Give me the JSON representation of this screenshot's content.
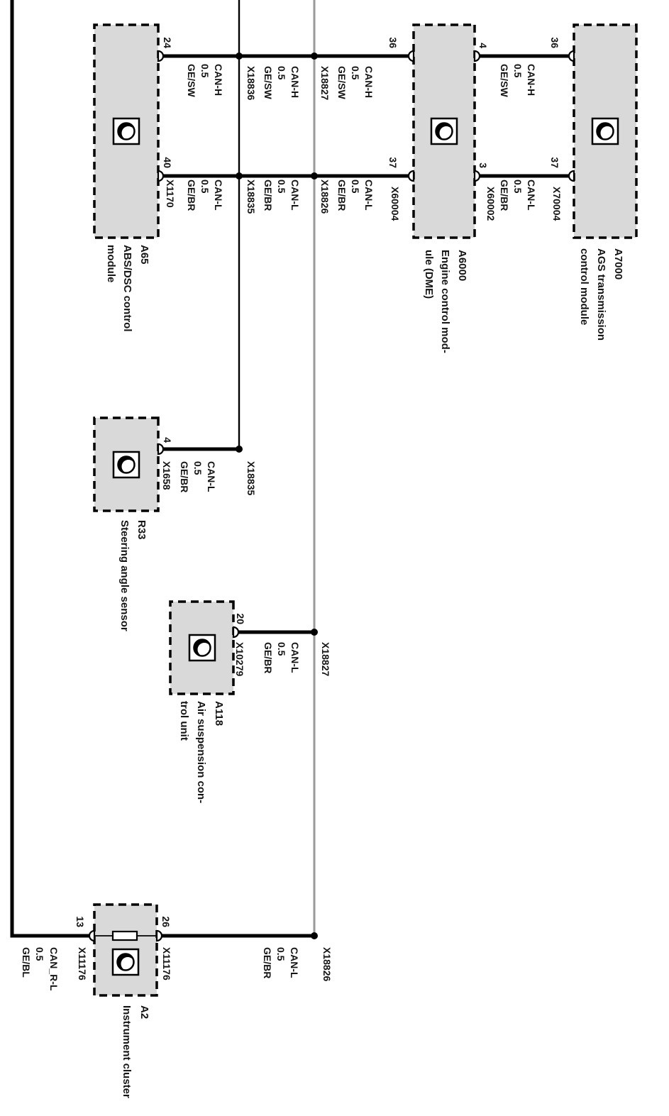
{
  "colors": {
    "box_fill": "#d9d9d9",
    "wire_black": "#000000",
    "bus_gray": "#9a9a9a",
    "text": "#141414"
  },
  "modules": {
    "ags": {
      "code": "A7000",
      "name1": "AGS transmission",
      "name2": "control module"
    },
    "dme": {
      "code": "A6000",
      "name1": "Engine control mod-",
      "name2": "ule (DME)"
    },
    "abs": {
      "code": "A65",
      "name1": "ABS/DSC control",
      "name2": "module"
    },
    "steering": {
      "code": "R33",
      "name1": "Steering angle sensor"
    },
    "air": {
      "code": "A118",
      "name1": "Air suspension con-",
      "name2": "trol unit"
    },
    "cluster": {
      "code": "A2",
      "name1": "Instrument cluster"
    }
  },
  "pins": {
    "abs_canh": "24",
    "abs_canl": "40",
    "dme_lower_canh": "36",
    "dme_lower_canl": "37",
    "dme_upper_canh": "4",
    "dme_upper_canl": "3",
    "ags_canh": "36",
    "ags_canl": "37",
    "steering": "4",
    "air": "20",
    "cluster_canl": "26",
    "cluster_canr": "13"
  },
  "connectors": {
    "abs": "X1170",
    "dme_lower": "X60004",
    "dme_upper": "X60002",
    "ags": "X70004",
    "steering": "X1658",
    "air": "X10279",
    "cluster_upper": "X11176",
    "cluster_lower": "X11176"
  },
  "splices": {
    "canh_1": "X18836",
    "canl_1": "X18835",
    "canh_2": "X18827",
    "canl_2": "X18826",
    "steering": "X18835",
    "air": "X18827",
    "cluster": "X18826"
  },
  "wires": {
    "canh": {
      "signal": "CAN-H",
      "size": "0.5",
      "color": "GE/SW"
    },
    "canl": {
      "signal": "CAN-L",
      "size": "0.5",
      "color": "GE/BR"
    },
    "canr": {
      "signal": "CAN_R-L",
      "size": "0.5",
      "color": "GE/BL"
    }
  }
}
